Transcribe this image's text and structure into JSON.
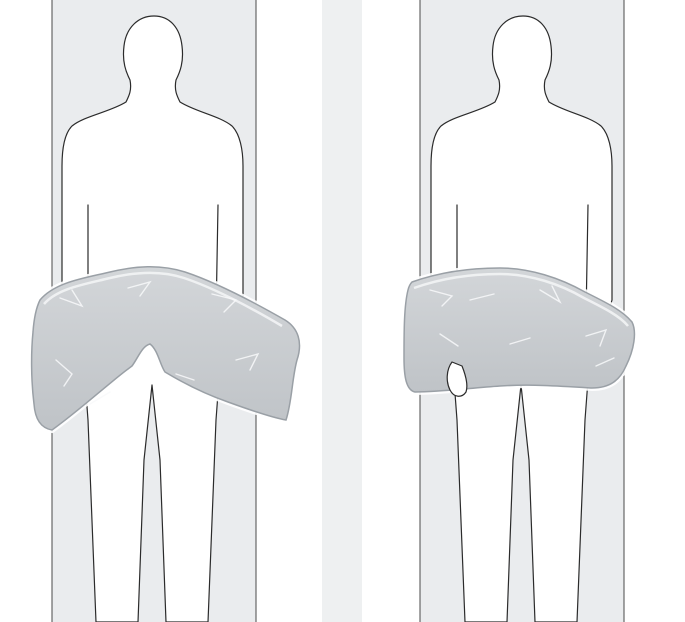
{
  "colors": {
    "background": "#eef0f1",
    "panel": "#ffffff",
    "table": "#eaecee",
    "pad_fill": "#c9ccd0",
    "outline": "#2b2b2b"
  },
  "panels": [
    {
      "id": "left",
      "pad_shape": "v-fold"
    },
    {
      "id": "right",
      "pad_shape": "straight"
    }
  ]
}
